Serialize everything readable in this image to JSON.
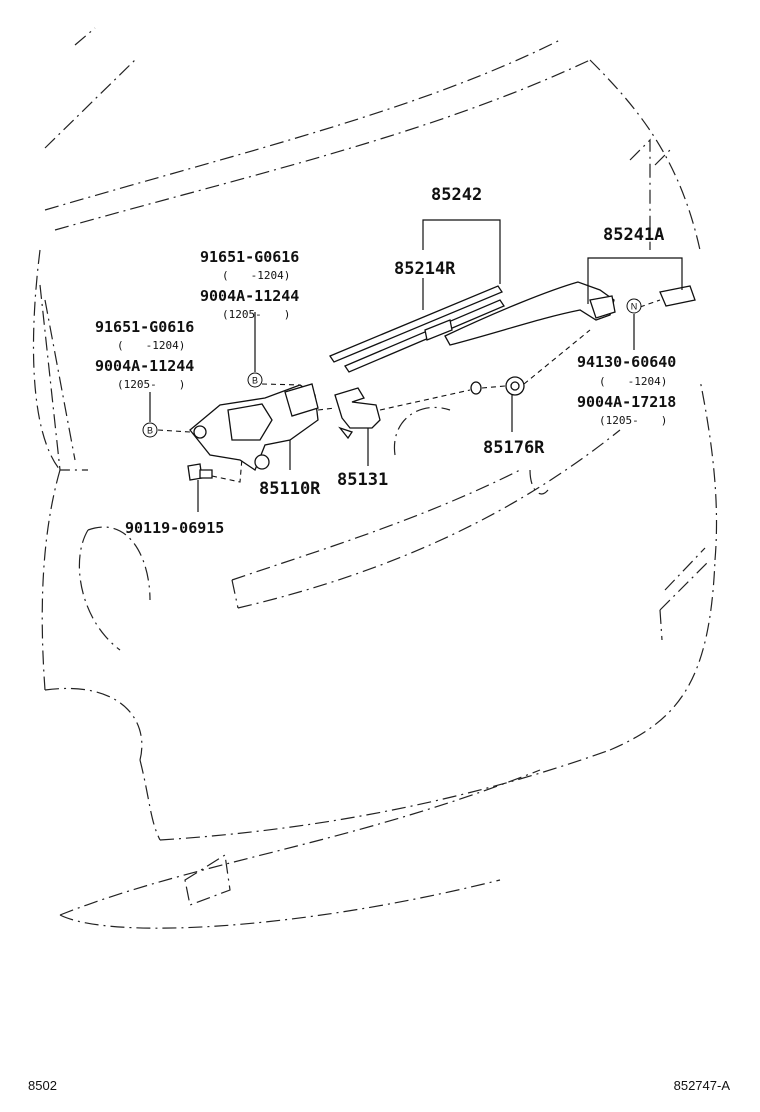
{
  "callouts": {
    "wiper_set_group": "85242",
    "blade": "85214R",
    "arm_group": "85241A",
    "upper_cover_part": "91651-G0616",
    "upper_cover_date1": "(　　-1204)",
    "upper_cover_alt": "9004A-11244",
    "upper_cover_date2": "(1205-　　)",
    "left_cover_part": "91651-G0616",
    "left_cover_date1": "(　　-1204)",
    "left_cover_alt": "9004A-11244",
    "left_cover_date2": "(1205-　　)",
    "nut_part": "94130-60640",
    "nut_date1": "(　　-1204)",
    "nut_alt": "9004A-17218",
    "nut_date2": "(1205-　　)",
    "motor": "85110R",
    "grommet": "85131",
    "pivot_cap": "85176R",
    "bolt": "90119-06915"
  },
  "symbols": {
    "b_mark": "B",
    "n_mark": "N"
  },
  "footer": {
    "left_code": "8502",
    "right_code": "852747-A"
  }
}
